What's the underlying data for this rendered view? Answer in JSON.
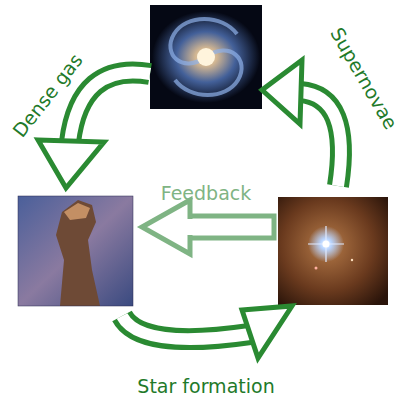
{
  "diagram": {
    "labels": [
      "Dense gas",
      "Supernovae",
      "Feedback",
      "Star formation"
    ]
  }
}
